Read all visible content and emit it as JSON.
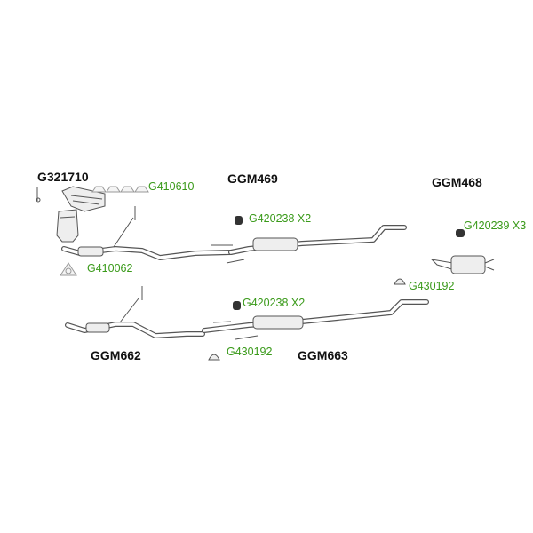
{
  "diagram": {
    "assemblies": {
      "manifold_cat": "G321710",
      "front_pipe_1": "GGM469",
      "rear_silencer": "GGM468",
      "front_pipe_2": "GGM662",
      "centre_pipe_2": "GGM663"
    },
    "parts": {
      "manifold_gasket": "G410610",
      "flange_gasket": "G410062",
      "rubber_mount_1": "G420238 X2",
      "rubber_mount_rear": "G420239 X3",
      "clamp_rear": "G430192",
      "rubber_mount_2": "G420238 X2",
      "clamp_2": "G430192"
    },
    "colors": {
      "part_label": "#3a9a1a",
      "assembly_label": "#111111"
    }
  }
}
